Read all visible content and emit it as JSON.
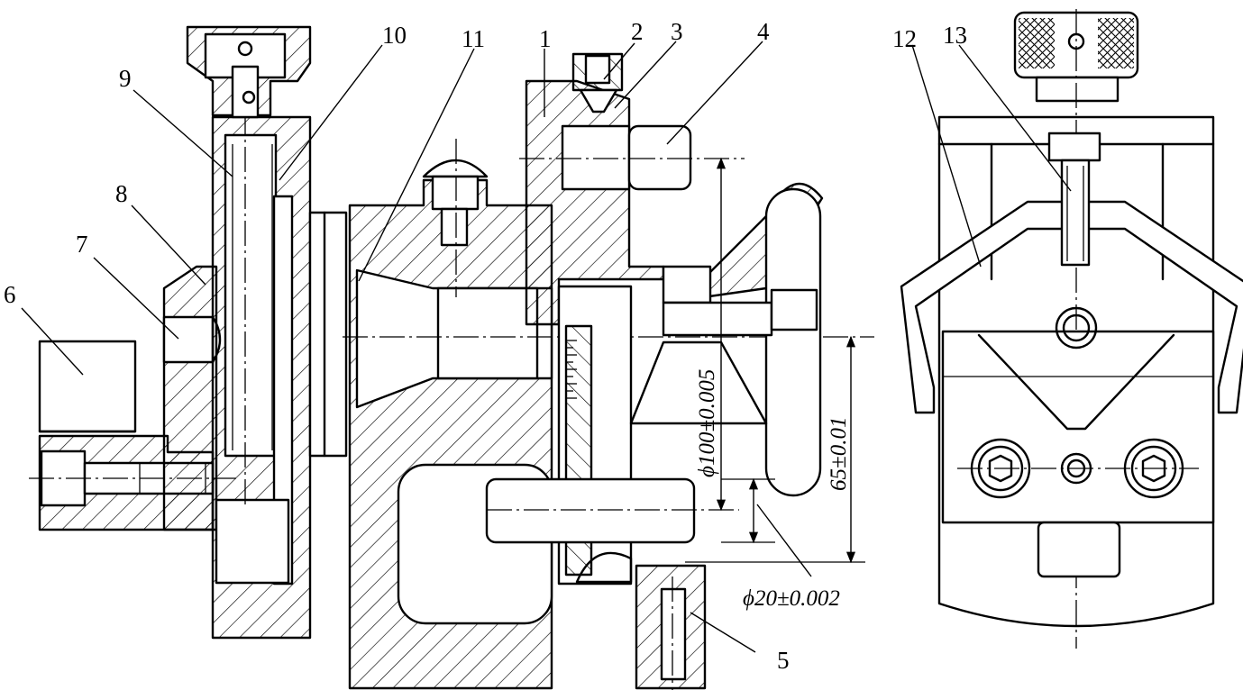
{
  "part_labels": [
    "1",
    "2",
    "3",
    "4",
    "5",
    "6",
    "7",
    "8",
    "9",
    "10",
    "11",
    "12",
    "13"
  ],
  "dimensions": {
    "diameter_100": "ϕ100±0.005",
    "height_65": "65±0.01",
    "diameter_20": "ϕ20±0.002"
  },
  "colors": {
    "line": "#000000",
    "background": "#ffffff"
  }
}
